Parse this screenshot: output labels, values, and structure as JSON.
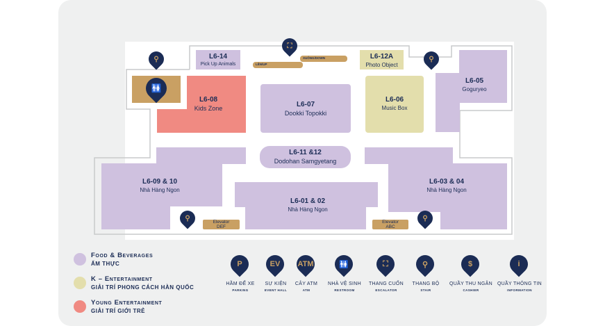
{
  "colors": {
    "food": "#cfc1df",
    "k_ent": "#e3deac",
    "young": "#f08a82",
    "service": "#c9a063",
    "pin": "#1b2c55"
  },
  "rooms": {
    "l6_14": {
      "code": "L6-14",
      "name": "Pick Up Animals"
    },
    "l6_12a": {
      "code": "L6-12A",
      "name": "Photo Object"
    },
    "l6_08": {
      "code": "L6-08",
      "name": "Kids Zone"
    },
    "l6_07": {
      "code": "L6-07",
      "name": "Dookki Topokki"
    },
    "l6_06": {
      "code": "L6-06",
      "name": "Music Box"
    },
    "l6_05": {
      "code": "L6-05",
      "name": "Goguryeo"
    },
    "l6_11": {
      "code": "L6-11 &12",
      "name": "Dodohan Samgyetang"
    },
    "l6_09": {
      "code": "L6-09 & 10",
      "name": "Nhà Hàng Ngon"
    },
    "l6_01": {
      "code": "L6-01 & 02",
      "name": "Nhà Hàng Ngon"
    },
    "l6_03": {
      "code": "L6-03 & 04",
      "name": "Nhà Hàng Ngon"
    }
  },
  "ramp": {
    "up": "LÊN/UP",
    "down": "XUỐNG/DOWN"
  },
  "elevators": {
    "def": [
      "Elevator",
      "DEF"
    ],
    "abc": [
      "Elevator",
      "ABC"
    ]
  },
  "legend": [
    {
      "title": "Food & Beverages",
      "sub": "Ẩm thực"
    },
    {
      "title": "K – Entertainment",
      "sub": "Giải trí phong cách Hàn Quốc"
    },
    {
      "title": "Young Entertainment",
      "sub": "Giải trí giới trẻ"
    }
  ],
  "amenities": [
    {
      "icon": "parking-icon",
      "glyph": "P",
      "vi": "Hầm để xe",
      "en": "Parking"
    },
    {
      "icon": "event-hall-icon",
      "glyph": "EV",
      "vi": "Sự kiện",
      "en": "Event Hall"
    },
    {
      "icon": "atm-icon",
      "glyph": "ATM",
      "vi": "Cây ATM",
      "en": "ATM"
    },
    {
      "icon": "restroom-icon",
      "glyph": "🚻",
      "vi": "Nhà vệ sinh",
      "en": "Restroom"
    },
    {
      "icon": "escalator-icon",
      "glyph": "⛶",
      "vi": "Thang cuốn",
      "en": "Escalator"
    },
    {
      "icon": "stair-icon",
      "glyph": "⚲",
      "vi": "Thang bộ",
      "en": "Stair"
    },
    {
      "icon": "cashier-icon",
      "glyph": "$",
      "vi": "Quầy thu ngân",
      "en": "Cashier"
    },
    {
      "icon": "information-icon",
      "glyph": "i",
      "vi": "Quầy thông tin",
      "en": "Information"
    }
  ]
}
